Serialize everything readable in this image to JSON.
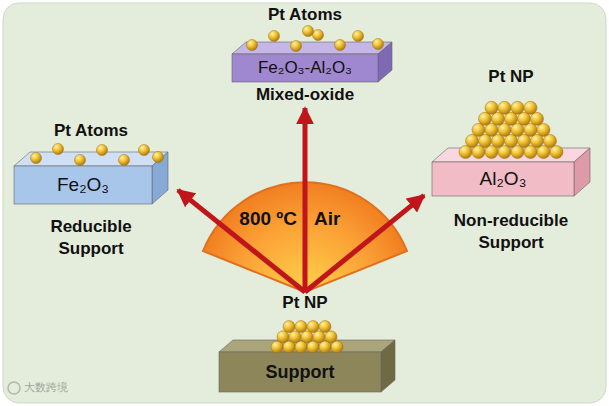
{
  "diagram": {
    "nodes": [
      {
        "text": [
          "Pt Atoms",
          "Fe₂O₃-Al₂O₃",
          "Mixed-oxide"
        ]
      },
      {
        "text": [
          "Pt Atoms",
          "Fe₂O₃",
          "Reducible Support"
        ]
      },
      {
        "text": [
          "Pt NP",
          "Al₂O₃",
          "Non-reducible Support"
        ]
      },
      {
        "text": [
          "Pt NP",
          "Support"
        ]
      }
    ],
    "edges": [
      {
        "from": 3,
        "to": 0,
        "arrow": "to"
      },
      {
        "from": 3,
        "to": 1,
        "arrow": "to"
      },
      {
        "from": 3,
        "to": 2,
        "arrow": "to"
      }
    ],
    "labels": [
      "800 ºC",
      "Air",
      "大数跨境"
    ]
  }
}
